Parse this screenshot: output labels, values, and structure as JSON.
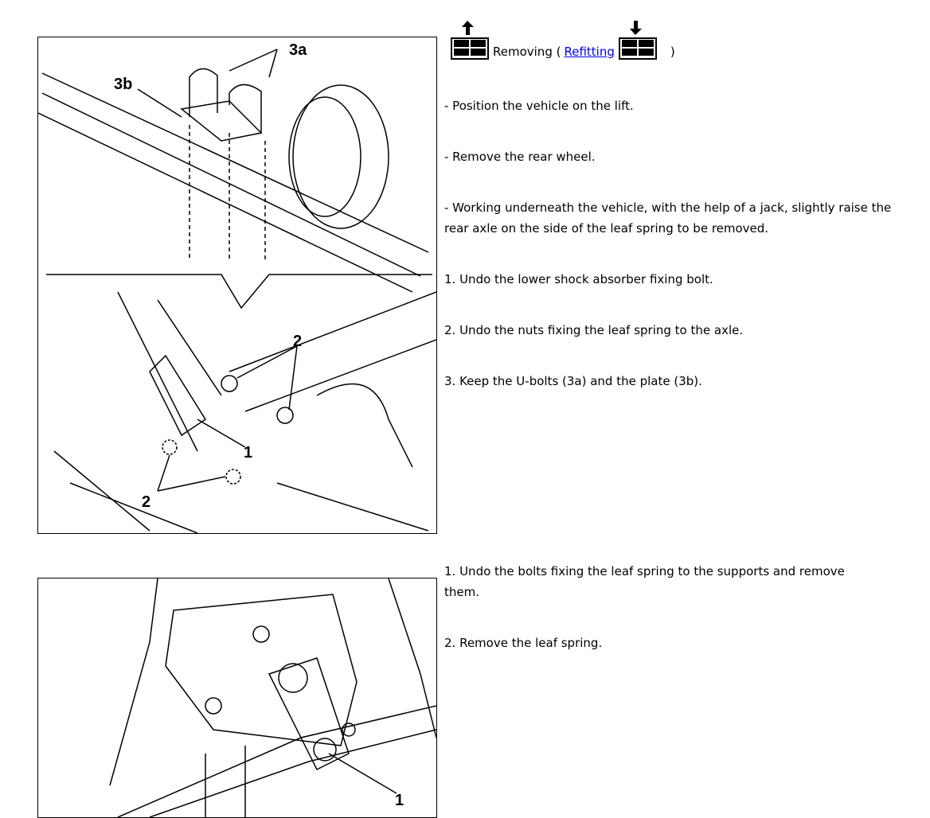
{
  "header": {
    "removing_label": "Removing (",
    "refitting_link": "Refitting",
    "close_paren": ")",
    "icons": [
      "removing-icon",
      "refitting-icon"
    ]
  },
  "section1": {
    "steps": [
      "- Position the vehicle on the lift.",
      "- Remove the rear wheel.",
      "- Working underneath the vehicle, with the help of a jack, slightly raise the rear axle on the side of the leaf spring to be removed.",
      "1. Undo the lower shock absorber fixing bolt.",
      "2. Undo the nuts fixing the leaf spring to the axle.",
      "3. Keep the U-bolts (3a) and the plate (3b)."
    ],
    "figure_callouts": [
      "3a",
      "3b",
      "2",
      "1",
      "2"
    ]
  },
  "section2": {
    "steps": [
      "1. Undo the bolts fixing the leaf spring to the supports and remove them.",
      "2. Remove the leaf spring."
    ],
    "figure_callouts": [
      "1"
    ]
  }
}
